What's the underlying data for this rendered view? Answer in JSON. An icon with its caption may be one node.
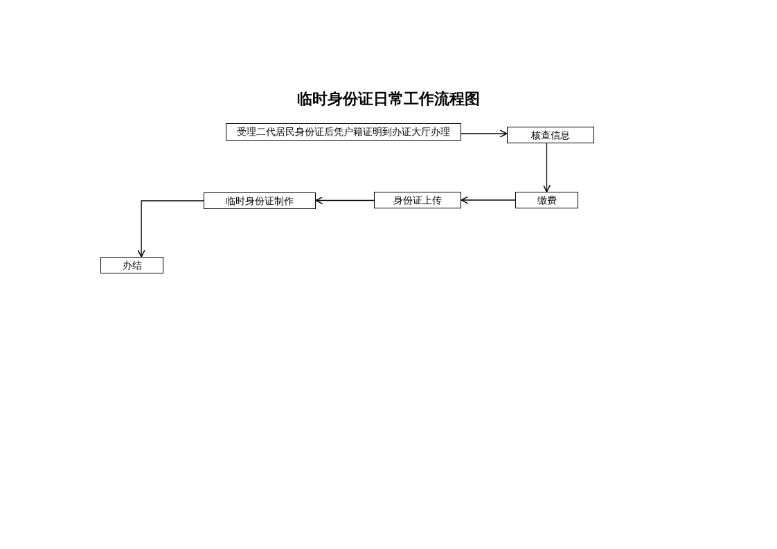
{
  "diagram": {
    "title": "临时身份证日常工作流程图",
    "nodes": [
      {
        "text": [
          "受理二代居民身份证后凭户籍证明到办证大厅办理"
        ]
      },
      {
        "text": [
          "核查信息"
        ]
      },
      {
        "text": [
          "缴费"
        ]
      },
      {
        "text": [
          "身份证上传"
        ]
      },
      {
        "text": [
          "临时身份证制作"
        ]
      },
      {
        "text": [
          "办结"
        ]
      }
    ],
    "edges": [
      {
        "from": 0,
        "to": 1,
        "arrow": "to"
      },
      {
        "from": 1,
        "to": 2,
        "arrow": "to"
      },
      {
        "from": 2,
        "to": 3,
        "arrow": "to"
      },
      {
        "from": 3,
        "to": 4,
        "arrow": "to"
      },
      {
        "from": 4,
        "to": 5,
        "arrow": "to"
      }
    ]
  }
}
